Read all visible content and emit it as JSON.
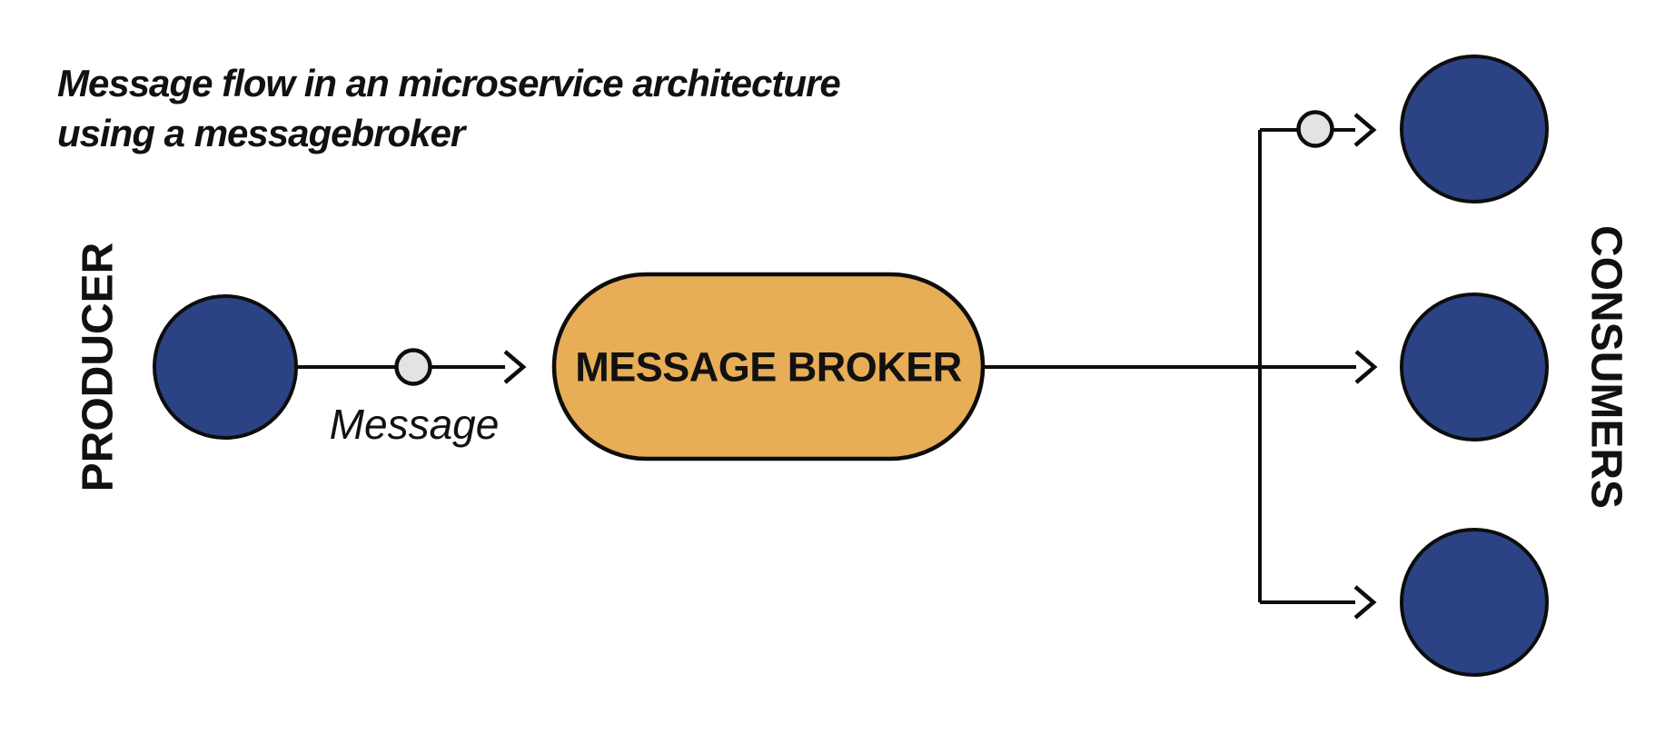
{
  "title": {
    "line1": "Message flow in an microservice architecture",
    "line2": "using a messagebroker"
  },
  "producer": {
    "label": "PRODUCER"
  },
  "consumers": {
    "label": "CONSUMERS",
    "count": 3
  },
  "broker": {
    "label": "MESSAGE BROKER"
  },
  "message": {
    "label": "Message"
  },
  "colors": {
    "background": "#ffffff",
    "node_fill": "#2b4384",
    "broker_fill": "#e7ad57",
    "message_dot_fill": "#e3e3e3",
    "stroke": "#0d0d0d",
    "text": "#111111"
  }
}
